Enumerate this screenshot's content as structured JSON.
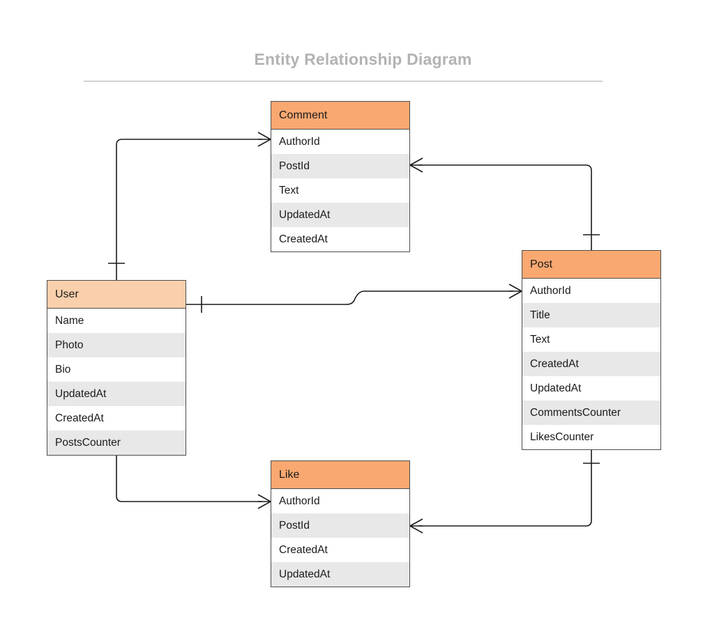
{
  "title": "Entity Relationship Diagram",
  "theme": {
    "header_color": "#f9a871",
    "header_color_pale": "#fad0ac",
    "row_alt_color": "#e8e8e8",
    "row_color": "#ffffff",
    "border_color": "#4d4d4d",
    "title_color": "#b3b3b3",
    "line_color": "#1a1a1a"
  },
  "entities": [
    {
      "id": "comment",
      "name": "Comment",
      "fields": [
        "AuthorId",
        "PostId",
        "Text",
        "UpdatedAt",
        "CreatedAt"
      ]
    },
    {
      "id": "user",
      "name": "User",
      "fields": [
        "Name",
        "Photo",
        "Bio",
        "UpdatedAt",
        "CreatedAt",
        "PostsCounter"
      ]
    },
    {
      "id": "post",
      "name": "Post",
      "fields": [
        "AuthorId",
        "Title",
        "Text",
        "CreatedAt",
        "UpdatedAt",
        "CommentsCounter",
        "LikesCounter"
      ]
    },
    {
      "id": "like",
      "name": "Like",
      "fields": [
        "AuthorId",
        "PostId",
        "CreatedAt",
        "UpdatedAt"
      ]
    }
  ],
  "relationships": [
    {
      "id": "user-comments",
      "from": "User",
      "to": "Comment.AuthorId",
      "from_cardinality": "one",
      "to_cardinality": "many"
    },
    {
      "id": "post-comments",
      "from": "Comment.PostId",
      "to": "Post",
      "from_cardinality": "many",
      "to_cardinality": "one"
    },
    {
      "id": "user-posts",
      "from": "User",
      "to": "Post.AuthorId",
      "from_cardinality": "one",
      "to_cardinality": "many"
    },
    {
      "id": "user-likes",
      "from": "User",
      "to": "Like.AuthorId",
      "from_cardinality": "one",
      "to_cardinality": "many"
    },
    {
      "id": "post-likes",
      "from": "Like.PostId",
      "to": "Post",
      "from_cardinality": "many",
      "to_cardinality": "one"
    }
  ]
}
